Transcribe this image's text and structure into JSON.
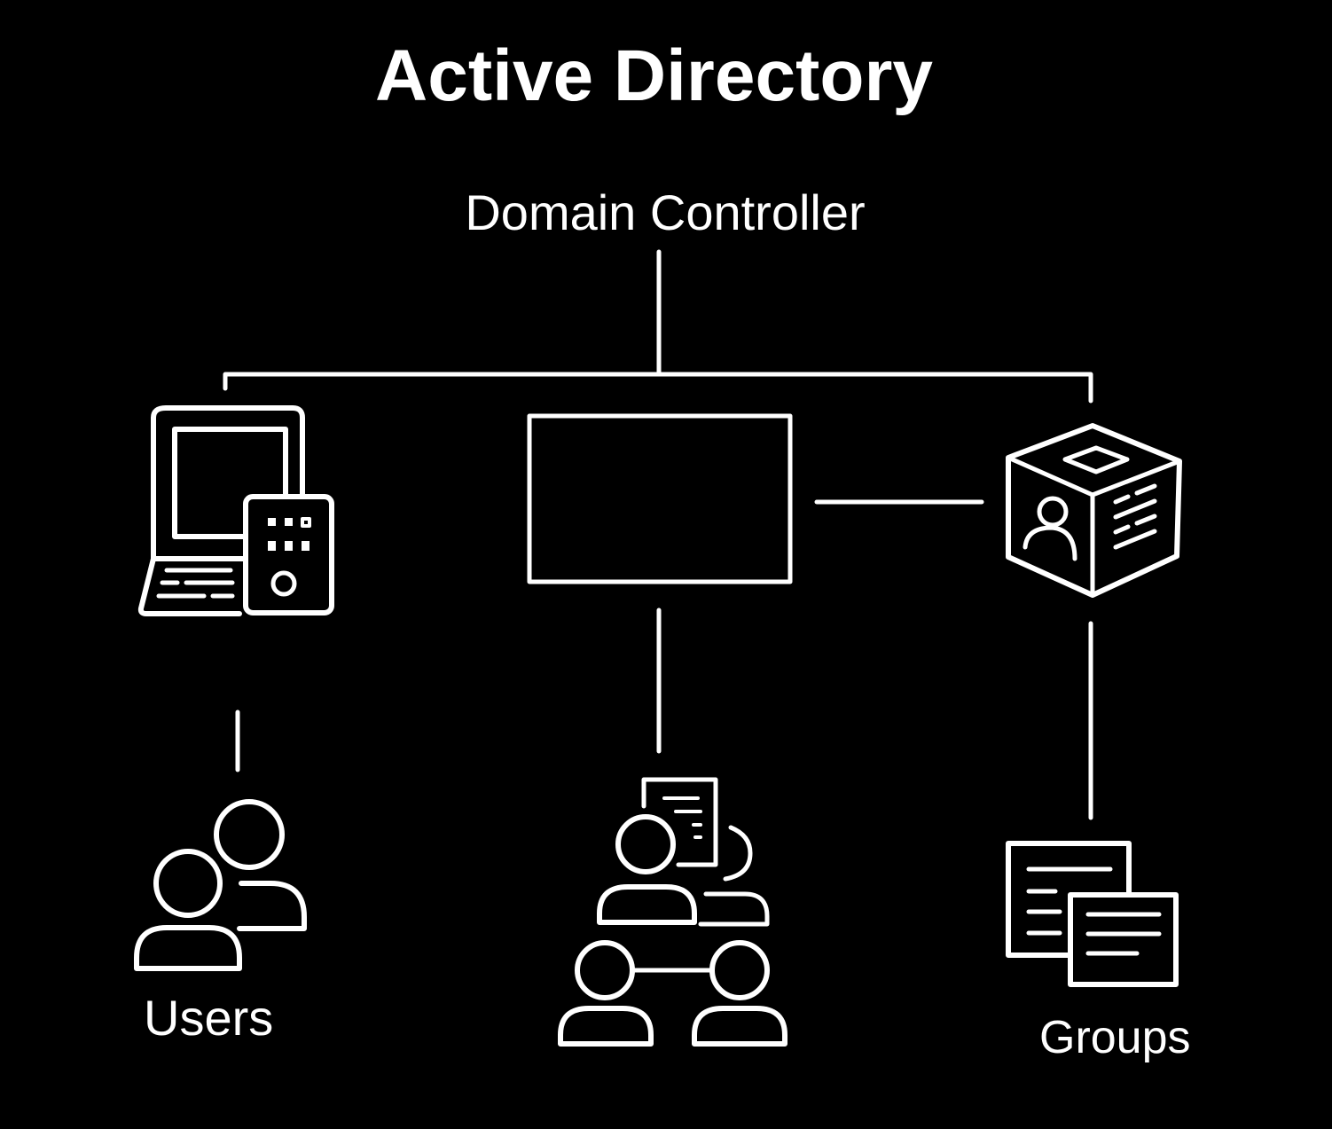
{
  "title": "Active Directory",
  "root_node": {
    "label": "Domain Controller"
  },
  "nodes": [
    {
      "id": "devices",
      "icon": "computer-and-phone-icon",
      "label": ""
    },
    {
      "id": "center-box",
      "icon": "empty-rectangle",
      "label": ""
    },
    {
      "id": "directory-cube",
      "icon": "identity-cube-icon",
      "label": ""
    },
    {
      "id": "users",
      "icon": "users-icon",
      "label": "Users"
    },
    {
      "id": "organization",
      "icon": "people-network-icon",
      "label": ""
    },
    {
      "id": "groups",
      "icon": "documents-icon",
      "label": "Groups"
    }
  ],
  "colors": {
    "background": "#000000",
    "foreground": "#ffffff"
  }
}
